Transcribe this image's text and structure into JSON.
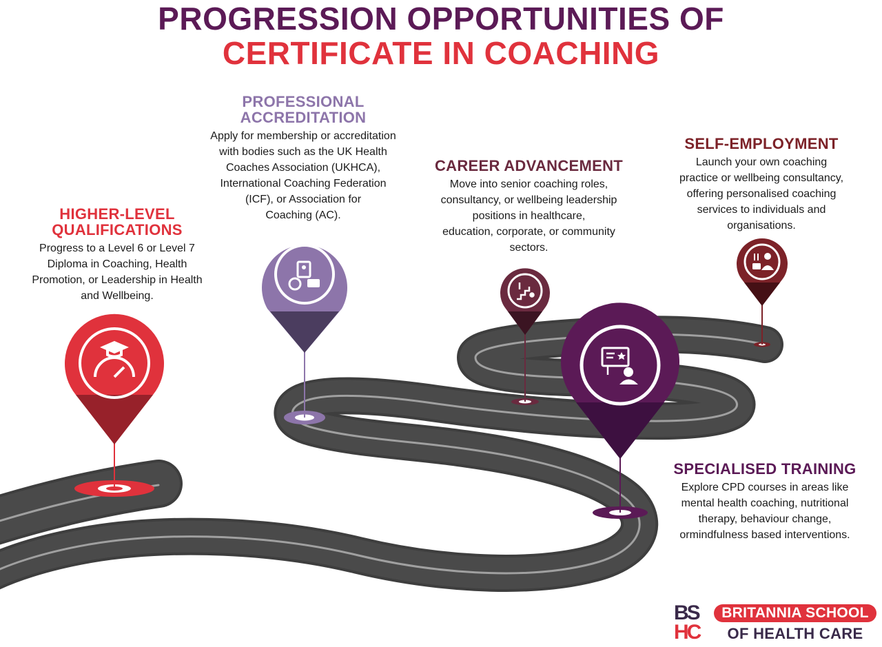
{
  "title": {
    "line1": "PROGRESSION OPPORTUNITIES OF",
    "line2": "CERTIFICATE IN COACHING"
  },
  "sections": {
    "higher_level": {
      "heading_line1": "HIGHER-LEVEL",
      "heading_line2": "QUALIFICATIONS",
      "lines": [
        "Progress to a Level 6 or Level 7",
        "Diploma in Coaching, Health",
        "Promotion, or Leadership in Health",
        "and Wellbeing."
      ],
      "icon": "graduation-cap-gauge-icon",
      "color": "#e0323c"
    },
    "professional_accreditation": {
      "heading_line1": "PROFESSIONAL",
      "heading_line2": "ACCREDITATION",
      "lines": [
        "Apply for membership or accreditation",
        "with bodies such as the UK Health",
        "Coaches Association (UKHCA),",
        "International Coaching Federation",
        "(ICF), or Association for",
        "Coaching (AC)."
      ],
      "icon": "certificate-badge-briefcase-icon",
      "color": "#8d75aa"
    },
    "career_advancement": {
      "heading": "CAREER ADVANCEMENT",
      "lines": [
        "Move into senior coaching roles,",
        "consultancy, or wellbeing leadership",
        "positions in healthcare,",
        "education, corporate, or community",
        "sectors."
      ],
      "icon": "career-stairs-icon",
      "color": "#6a2a3f"
    },
    "self_employment": {
      "heading": "SELF-EMPLOYMENT",
      "lines": [
        "Launch your own coaching",
        "practice or wellbeing consultancy,",
        "offering personalised coaching",
        "services to individuals and",
        "organisations."
      ],
      "icon": "businessperson-briefcase-icon",
      "color": "#7c2228"
    },
    "specialised_training": {
      "heading": "SPECIALISED TRAINING",
      "lines": [
        "Explore CPD courses in areas like",
        "mental health coaching, nutritional",
        "therapy, behaviour change,",
        "ormindfulness based interventions."
      ],
      "icon": "presentation-trainer-icon",
      "color": "#5b1a56"
    }
  },
  "logo": {
    "mark_line1": "BS",
    "mark_line2": "HC",
    "top_text": "BRITANNIA SCHOOL",
    "bottom_text": "OF HEALTH CARE"
  },
  "colors": {
    "road": "#454545",
    "road_edge": "#555555",
    "road_line": "#9a9a9a"
  }
}
